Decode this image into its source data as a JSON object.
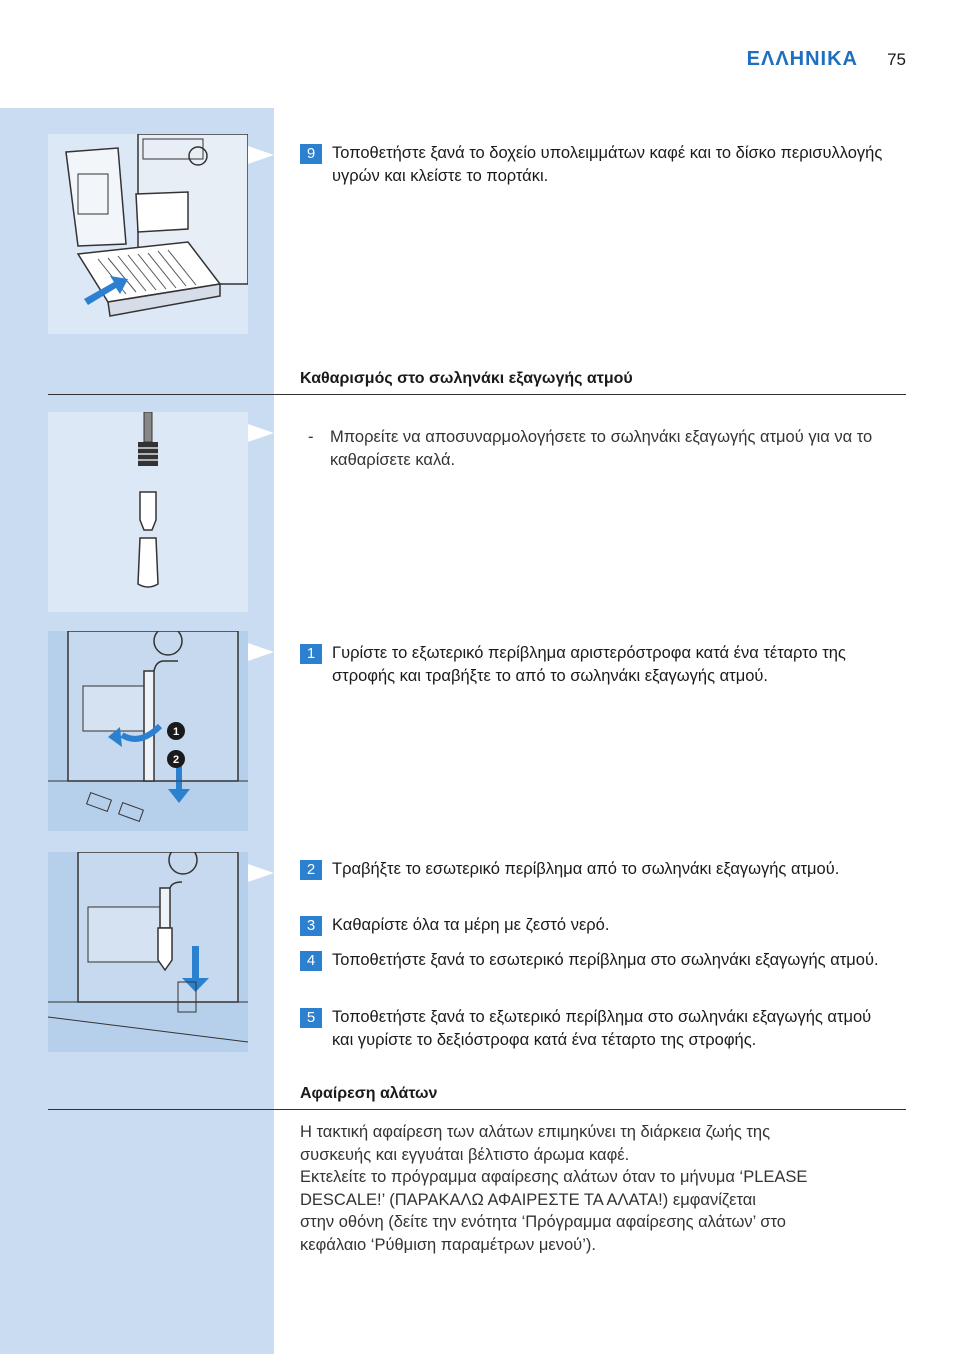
{
  "header": {
    "language": "ΕΛΛΗΝΙΚΑ",
    "page_number": "75"
  },
  "step_9": {
    "number": "9",
    "text": "Τοποθετήστε ξανά το δοχείο υπολειμμάτων καφέ και το δίσκο περισυλλογής υγρών και κλείστε το πορτάκι."
  },
  "section_steam": {
    "title": "Καθαρισμός στο σωληνάκι εξαγωγής ατμού",
    "bullet_dash": "-",
    "bullet": "Μπορείτε να αποσυναρμολογήσετε το σωληνάκι εξαγωγής ατμού για να το καθαρίσετε καλά.",
    "steps": [
      {
        "number": "1",
        "text": "Γυρίστε το εξωτερικό περίβλημα αριστερόστροφα κατά ένα τέταρτο της στροφής και τραβήξτε το από το σωληνάκι εξαγωγής ατμού."
      },
      {
        "number": "2",
        "text": "Τραβήξτε το εσωτερικό περίβλημα από το σωληνάκι εξαγωγής ατμού."
      },
      {
        "number": "3",
        "text": "Καθαρίστε όλα τα μέρη με ζεστό νερό."
      },
      {
        "number": "4",
        "text": "Τοποθετήστε ξανά το εσωτερικό περίβλημα στο σωληνάκι εξαγωγής ατμού."
      },
      {
        "number": "5",
        "text": "Τοποθετήστε ξανά το εξωτερικό περίβλημα στο σωληνάκι εξαγωγής ατμού και γυρίστε το δεξιόστροφα κατά ένα τέταρτο της στροφής."
      }
    ],
    "badge_1": "1",
    "badge_2": "2"
  },
  "section_descale": {
    "title": "Αφαίρεση αλάτων",
    "lines": [
      "Η τακτική αφαίρεση των αλάτων επιμηκύνει τη διάρκεια ζωής της",
      "συσκευής και εγγυάται βέλτιστο άρωμα καφέ.",
      "Εκτελείτε το πρόγραμμα αφαίρεσης αλάτων όταν το μήνυμα ‘PLEASE",
      "DESCALE!’ (ΠΑΡΑΚΑΛΩ ΑΦΑΙΡΕΣΤΕ ΤΑ ΑΛΑΤΑ!) εμφανίζεται",
      "στην οθόνη (δείτε την ενότητα ‘Πρόγραμμα αφαίρεσης αλάτων’ στο",
      "κεφάλαιο ‘Ρύθμιση παραμέτρων μενού’)."
    ]
  },
  "colors": {
    "accent": "#2b80d0",
    "sidebar": "#c9dcf2",
    "heading_blue": "#1f6fc1"
  }
}
